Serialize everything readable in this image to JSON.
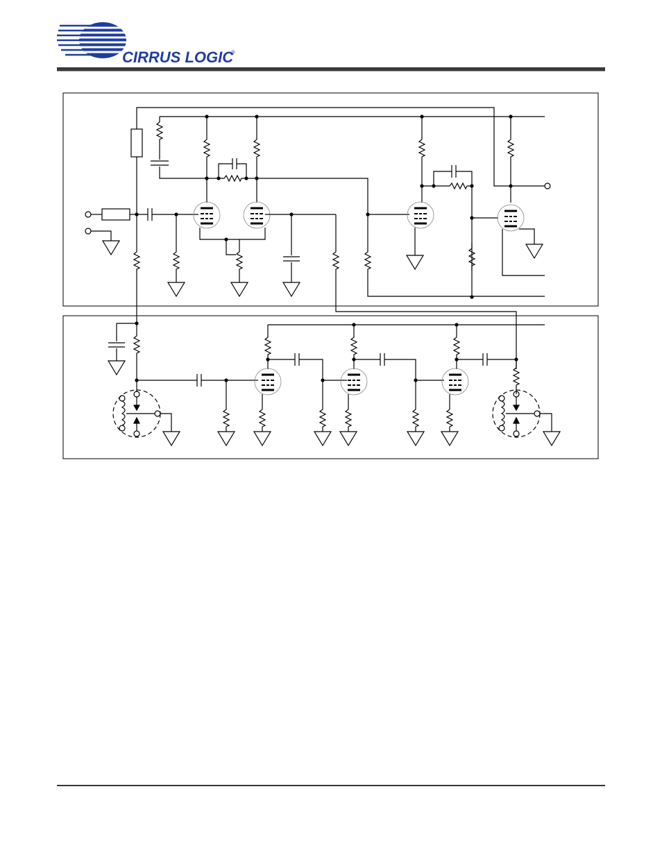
{
  "header": {
    "brand": "CIRRUS LOGIC",
    "registered_mark": "®"
  },
  "colors": {
    "brand_blue": "#1f3d9c",
    "rule": "#3a3a3a",
    "line": "#000000"
  },
  "diagram": {
    "type": "circuit-schematic",
    "panels": [
      "upper-amplifier-panel",
      "lower-reverb-panel"
    ]
  }
}
